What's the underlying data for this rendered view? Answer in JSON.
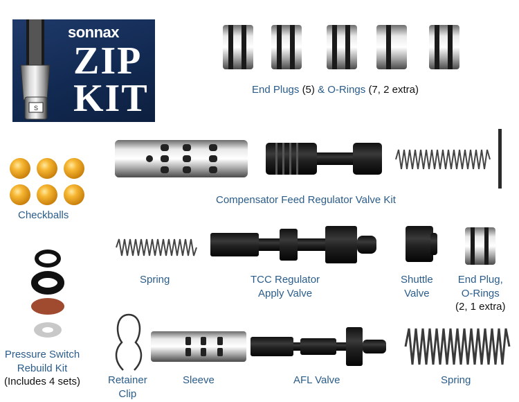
{
  "logo": {
    "brand": "sonnax",
    "line1": "ZIP",
    "line2": "KIT"
  },
  "labels": {
    "end_plugs_pre": "End Plugs",
    "end_plugs_count": "(5)",
    "end_plugs_mid": "& O-Rings",
    "end_plugs_count2": "(7, 2 extra)",
    "checkballs": "Checkballs",
    "compensator": "Compensator Feed Regulator Valve Kit",
    "spring1": "Spring",
    "tcc_line1": "TCC Regulator",
    "tcc_line2": "Apply Valve",
    "shuttle_line1": "Shuttle",
    "shuttle_line2": "Valve",
    "endplug_line1": "End Plug,",
    "endplug_line2": "O-Rings",
    "endplug_line3": "(2, 1 extra)",
    "psw_line1": "Pressure Switch",
    "psw_line2": "Rebuild Kit",
    "psw_line3": "(Includes 4 sets)",
    "retainer_line1": "Retainer",
    "retainer_line2": "Clip",
    "sleeve": "Sleeve",
    "afl": "AFL Valve",
    "spring2": "Spring"
  },
  "colors": {
    "label_blue": "#2a5c8a",
    "logo_navy": "#16305c",
    "checkball_orange": "#f0a020",
    "washer_brown": "#a04a30"
  },
  "icons": [
    "zipper-pull-icon"
  ]
}
